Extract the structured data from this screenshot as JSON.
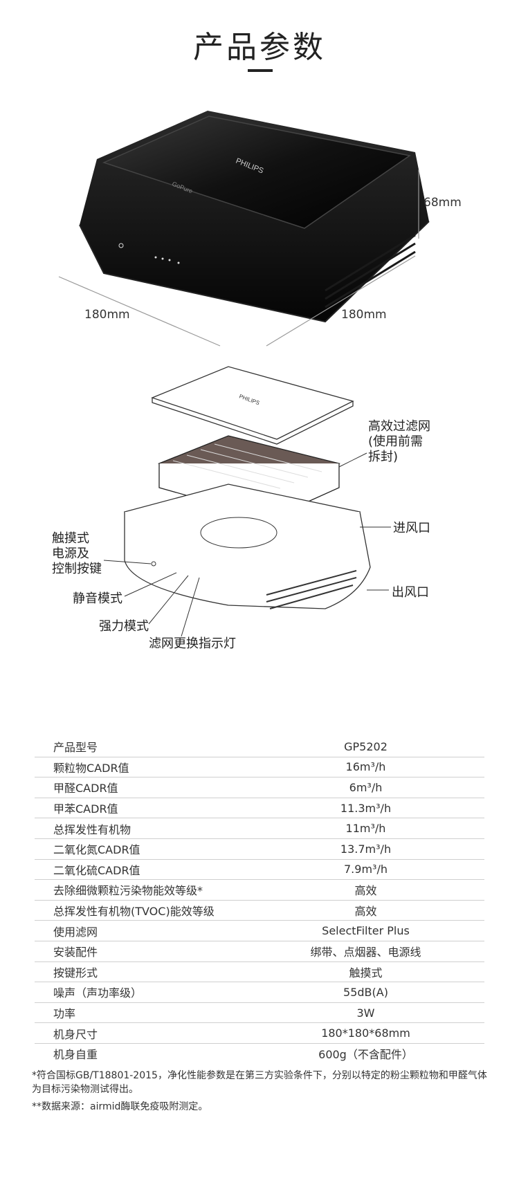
{
  "page_title": "产品参数",
  "dimensions": {
    "height": "68mm",
    "width_left": "180mm",
    "width_right": "180mm"
  },
  "brand": {
    "logo": "PHILIPS",
    "model_mark": "GoPure"
  },
  "callouts": {
    "filter": [
      "高效过滤网",
      "(使用前需",
      "拆封)"
    ],
    "inlet": "进风口",
    "outlet": "出风口",
    "power": [
      "触摸式",
      "电源及",
      "控制按键"
    ],
    "silent": "静音模式",
    "boost": "强力模式",
    "indicator": "滤网更换指示灯"
  },
  "specs": [
    {
      "label": "产品型号",
      "value": "GP5202"
    },
    {
      "label": "颗粒物CADR值",
      "value": "16m³/h"
    },
    {
      "label": "甲醛CADR值",
      "value": "6m³/h"
    },
    {
      "label": "甲苯CADR值",
      "value": "11.3m³/h"
    },
    {
      "label": "总挥发性有机物",
      "value": "11m³/h"
    },
    {
      "label": "二氧化氮CADR值",
      "value": "13.7m³/h"
    },
    {
      "label": "二氧化硫CADR值",
      "value": "7.9m³/h"
    },
    {
      "label": "去除细微颗粒污染物能效等级*",
      "value": "高效"
    },
    {
      "label": "总挥发性有机物(TVOC)能效等级",
      "value": "高效"
    },
    {
      "label": "使用滤网",
      "value": "SelectFilter Plus"
    },
    {
      "label": "安装配件",
      "value": "绑带、点烟器、电源线"
    },
    {
      "label": "按键形式",
      "value": "触摸式"
    },
    {
      "label": "噪声（声功率级）",
      "value": "55dB(A)"
    },
    {
      "label": "功率",
      "value": "3W"
    },
    {
      "label": "机身尺寸",
      "value": "180*180*68mm"
    },
    {
      "label": "机身自重",
      "value": "600g（不含配件）"
    }
  ],
  "footnotes": [
    "*符合国标GB/T18801-2015，净化性能参数是在第三方实验条件下，分别以特定的粉尘颗粒物和甲醛气体为目标污染物测试得出。",
    "**数据来源：airmid酶联免疫吸附测定。"
  ]
}
